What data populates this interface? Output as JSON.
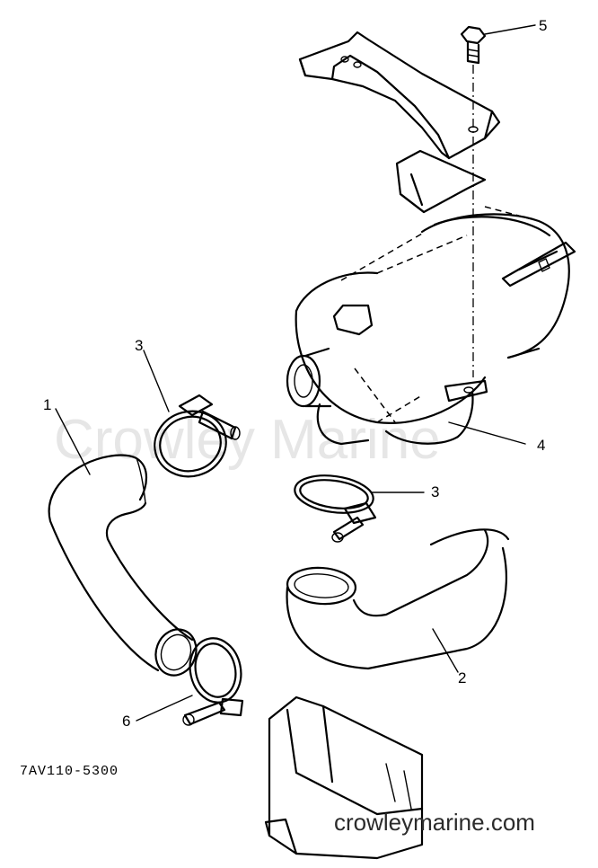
{
  "diagram": {
    "callouts": [
      {
        "id": "1",
        "label": "1"
      },
      {
        "id": "2",
        "label": "2"
      },
      {
        "id": "3a",
        "label": "3"
      },
      {
        "id": "3b",
        "label": "3"
      },
      {
        "id": "4",
        "label": "4"
      },
      {
        "id": "5",
        "label": "5"
      },
      {
        "id": "6",
        "label": "6"
      }
    ],
    "drawing_number": "7AV110-5300",
    "watermark": "Crowley Marine",
    "site": "crowleymarine.com"
  }
}
